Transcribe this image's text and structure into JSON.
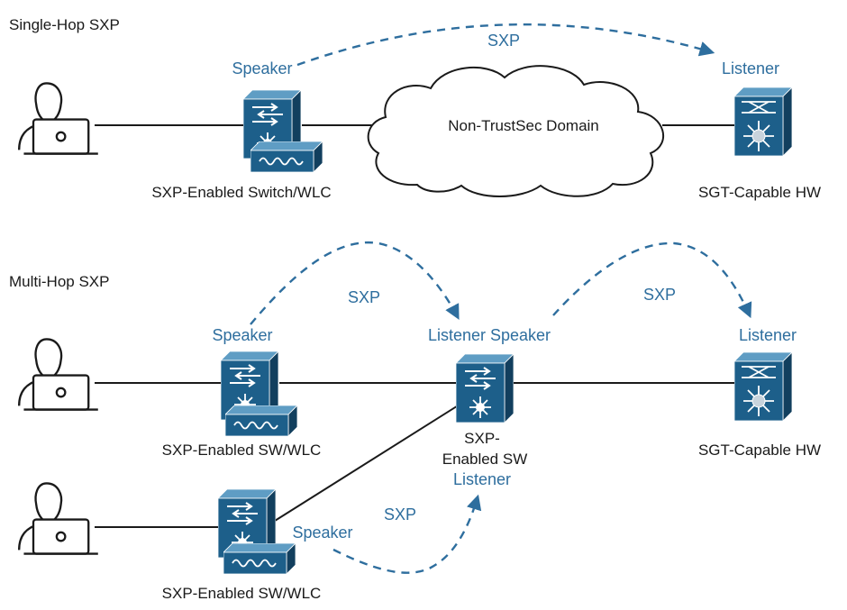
{
  "colors": {
    "accent": "#2e6e9e",
    "device_face": "#1d5f8a",
    "device_top": "#5f9dc4",
    "device_side": "#123f5e",
    "person": "#1a1a1a"
  },
  "icons": {
    "user": "user-laptop-icon",
    "switch": "layer3-switch-icon",
    "wlc": "wireless-lan-controller-icon",
    "hw": "sgt-capable-switch-icon",
    "cloud": "cloud-icon"
  },
  "single_hop": {
    "title": "Single-Hop SXP",
    "speaker": "Speaker",
    "listener": "Listener",
    "sxp": "SXP",
    "cloud": "Non-TrustSec Domain",
    "switch": "SXP-Enabled Switch/WLC",
    "hw": "SGT-Capable HW"
  },
  "multi_hop": {
    "title": "Multi-Hop SXP",
    "speaker1": "Speaker",
    "sxp1": "SXP",
    "listener_speaker": "Listener Speaker",
    "sxp2": "SXP",
    "listener2": "Listener",
    "switch1": "SXP-Enabled SW/WLC",
    "mid_line1": "SXP-",
    "mid_line2": "Enabled SW",
    "mid_listener": "Listener",
    "hw": "SGT-Capable HW",
    "speaker2": "Speaker",
    "sxp3": "SXP",
    "switch2": "SXP-Enabled SW/WLC"
  }
}
